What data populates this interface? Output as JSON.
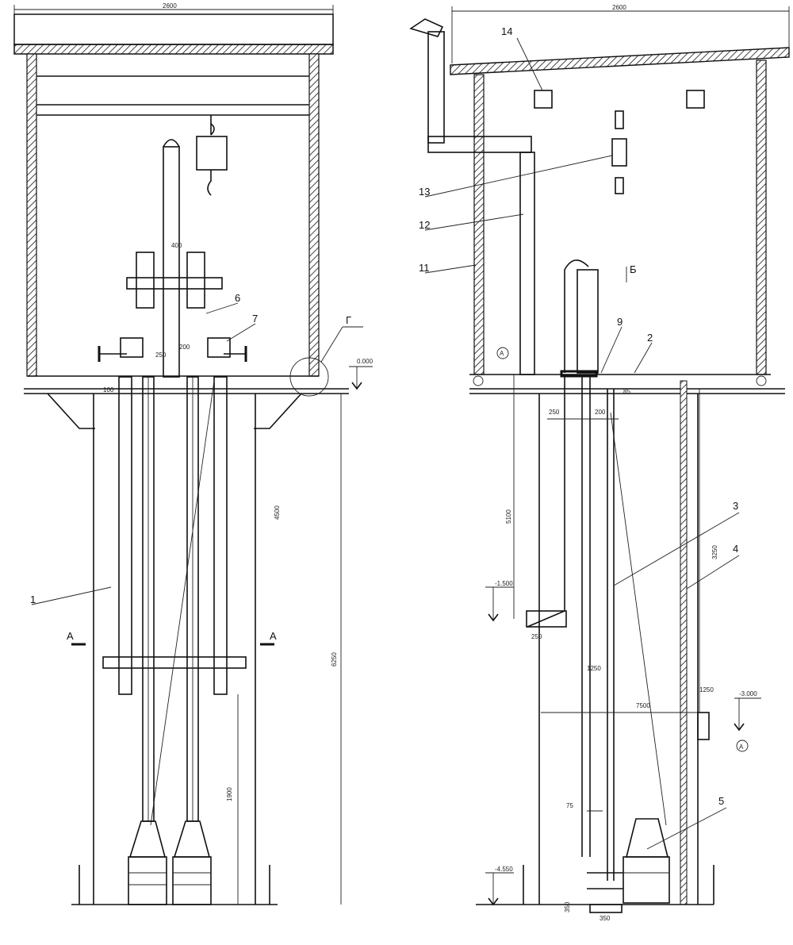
{
  "colors": {
    "ink": "#111111",
    "hatch": "#444444",
    "background": "#ffffff"
  },
  "left_view": {
    "top_dim": "2600",
    "height_dims": [
      "4500",
      "6250",
      "1900"
    ],
    "section_marks": [
      "A",
      "A"
    ],
    "callouts": [
      "1",
      "6",
      "7",
      "Г"
    ],
    "level_mark": "0.000",
    "pipe_dims": [
      "400",
      "250",
      "200",
      "100"
    ]
  },
  "right_view": {
    "top_dim": "2600",
    "callouts": [
      "14",
      "13",
      "12",
      "11",
      "9",
      "2",
      "3",
      "4",
      "5",
      "Б"
    ],
    "levels": [
      "-1.500",
      "-3.000",
      "-4.550"
    ],
    "dims": [
      "250",
      "200",
      "85",
      "5100",
      "3250",
      "1250",
      "7500",
      "1250",
      "75",
      "250",
      "350",
      "350"
    ],
    "circle_marks": [
      "А",
      "А"
    ]
  }
}
